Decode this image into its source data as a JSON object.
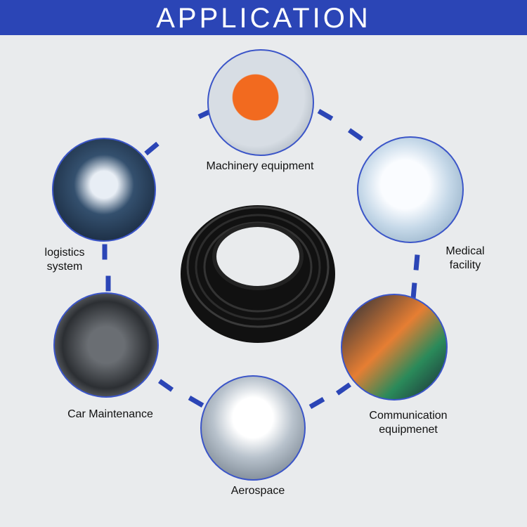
{
  "header": {
    "title": "APPLICATION"
  },
  "applications": [
    {
      "label": "Machinery equipment"
    },
    {
      "label_line1": "logistics",
      "label_line2": "system"
    },
    {
      "label_line1": "Medical",
      "label_line2": "facility"
    },
    {
      "label": "Car Maintenance"
    },
    {
      "label_line1": "Communication",
      "label_line2": "equipmenet"
    },
    {
      "label": "Aerospace"
    }
  ],
  "colors": {
    "accent": "#2b45b6",
    "background": "#e9ebed"
  }
}
